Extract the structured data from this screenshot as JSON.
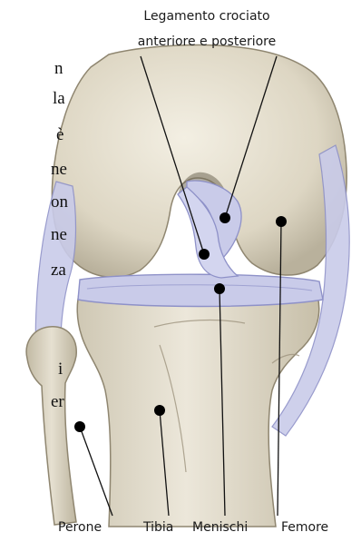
{
  "title": {
    "line1": "Legamento crociato",
    "line2": "anteriore e posteriore"
  },
  "labels": {
    "perone": "Perone",
    "tibia": "Tibia",
    "menischi": "Menischi",
    "femore": "Femore"
  },
  "left_text_fragments": [
    "n",
    "la",
    "è",
    "ne",
    "on",
    "ne",
    "za",
    "i",
    "er"
  ],
  "colors": {
    "bone": "#dcd6c5",
    "bone_light": "#f1ede1",
    "bone_shadow": "#b8b09b",
    "ligament": "#c9cbe9",
    "ligament_edge": "#8e91c8",
    "line": "#111111"
  }
}
